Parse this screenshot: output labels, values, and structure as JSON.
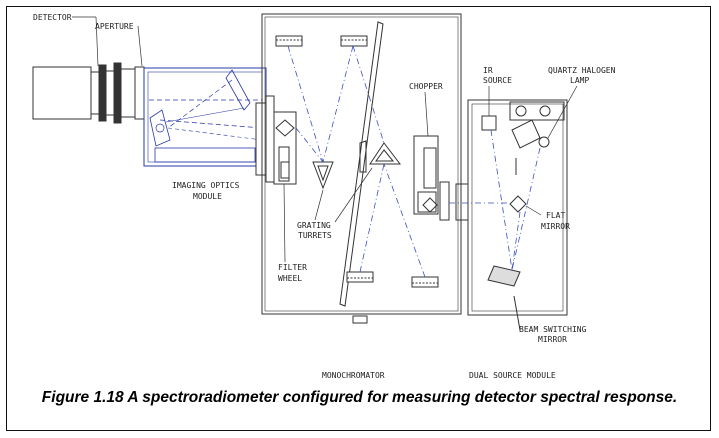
{
  "figure": {
    "caption": "Figure 1.18 A spectroradiometer configured for measuring detector spectral response."
  },
  "labels": {
    "detector": "DETECTOR",
    "aperture": "APERTURE",
    "imaging_optics_1": "IMAGING OPTICS",
    "imaging_optics_2": "MODULE",
    "grating_1": "GRATING",
    "grating_2": "TURRETS",
    "filter_1": "FILTER",
    "filter_2": "WHEEL",
    "chopper": "CHOPPER",
    "ir_1": "IR",
    "ir_2": "SOURCE",
    "quartz_1": "QUARTZ HALOGEN",
    "quartz_2": "LAMP",
    "flat_1": "FLAT",
    "flat_2": "MIRROR",
    "beam_1": "BEAM SWITCHING",
    "beam_2": "MIRROR",
    "monochromator": "MONOCHROMATOR",
    "dual_source": "DUAL SOURCE MODULE"
  },
  "colors": {
    "line": "#333333",
    "beam": "#3b4fc2",
    "optics": "#2a3aa8"
  }
}
